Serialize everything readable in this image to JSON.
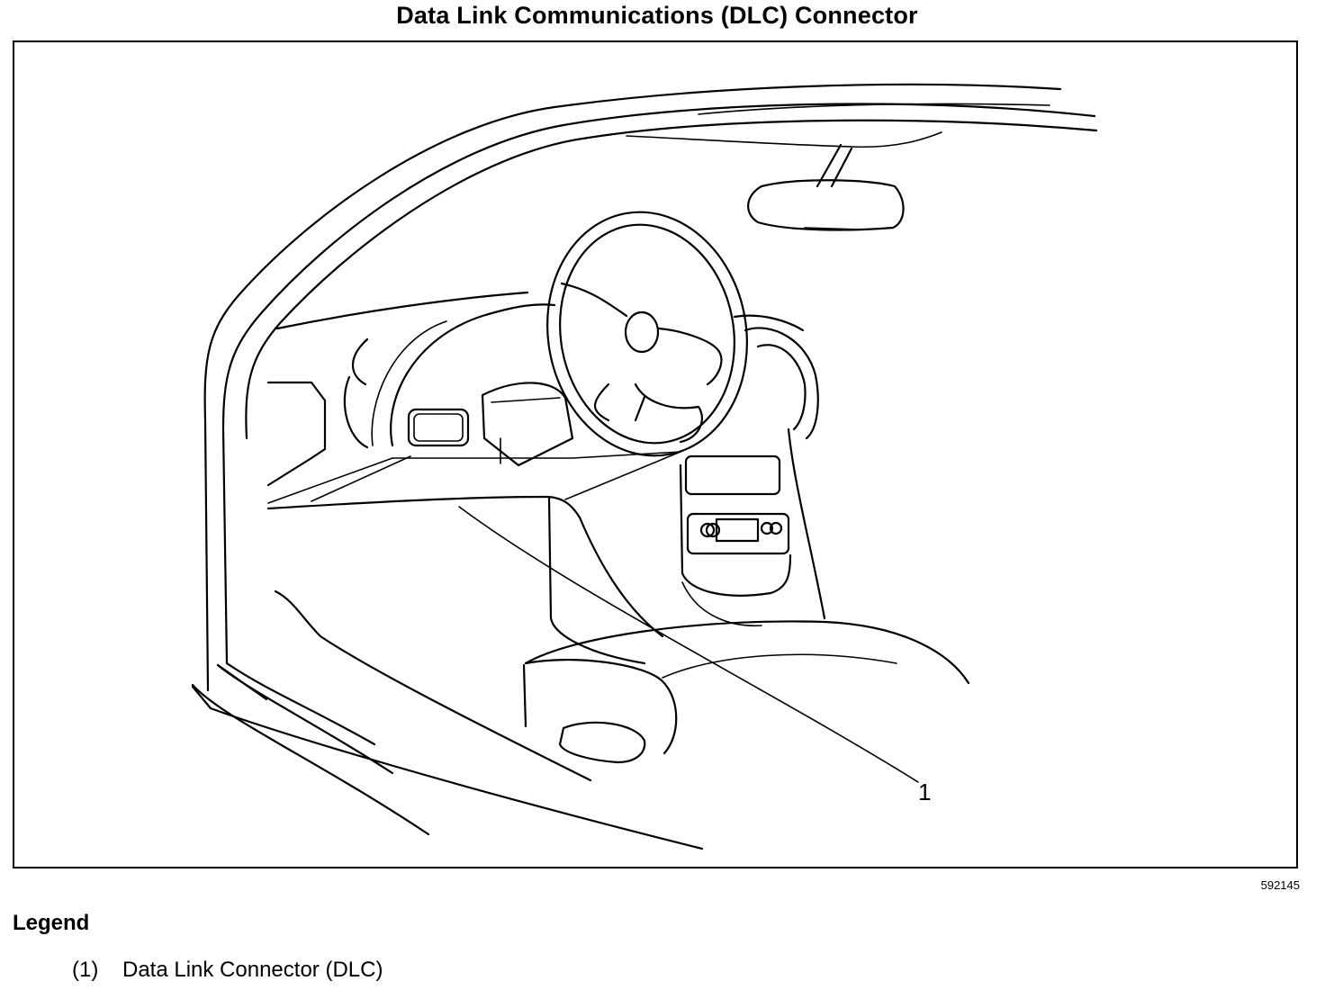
{
  "title": "Data Link Communications (DLC) Connector",
  "figure_id": "592145",
  "legend": {
    "heading": "Legend",
    "items": [
      {
        "number": "(1)",
        "label": "Data Link Connector (DLC)"
      }
    ]
  },
  "callouts": [
    {
      "label": "1"
    }
  ]
}
